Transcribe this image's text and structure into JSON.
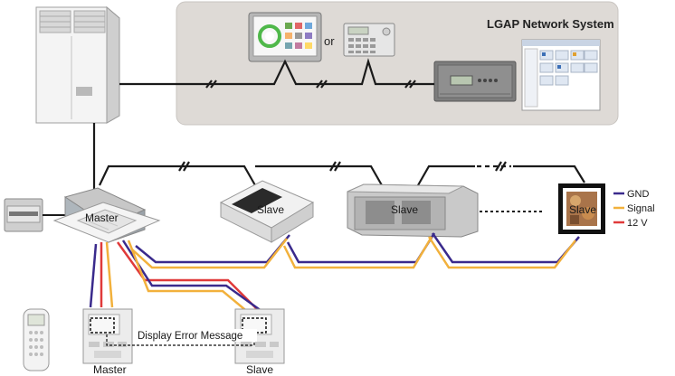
{
  "network": {
    "title": "LGAP Network System",
    "or_text": "or"
  },
  "units": {
    "master": "Master",
    "slave_cassette": "Slave",
    "slave_duct": "Slave",
    "slave_wall": "Slave"
  },
  "legend": {
    "items": [
      {
        "label": "GND",
        "color": "#3a2a8c"
      },
      {
        "label": "Signal",
        "color": "#f2b13c"
      },
      {
        "label": "12 V",
        "color": "#e03a3a"
      }
    ]
  },
  "controllers": {
    "master_label": "Master",
    "slave_label": "Slave",
    "error_message": "Display Error Message"
  },
  "colors": {
    "communication_line": "#1a1a1a",
    "panel_background": "#dedad6",
    "gnd": "#3a2a8c",
    "signal": "#f2b13c",
    "power": "#e03a3a"
  }
}
